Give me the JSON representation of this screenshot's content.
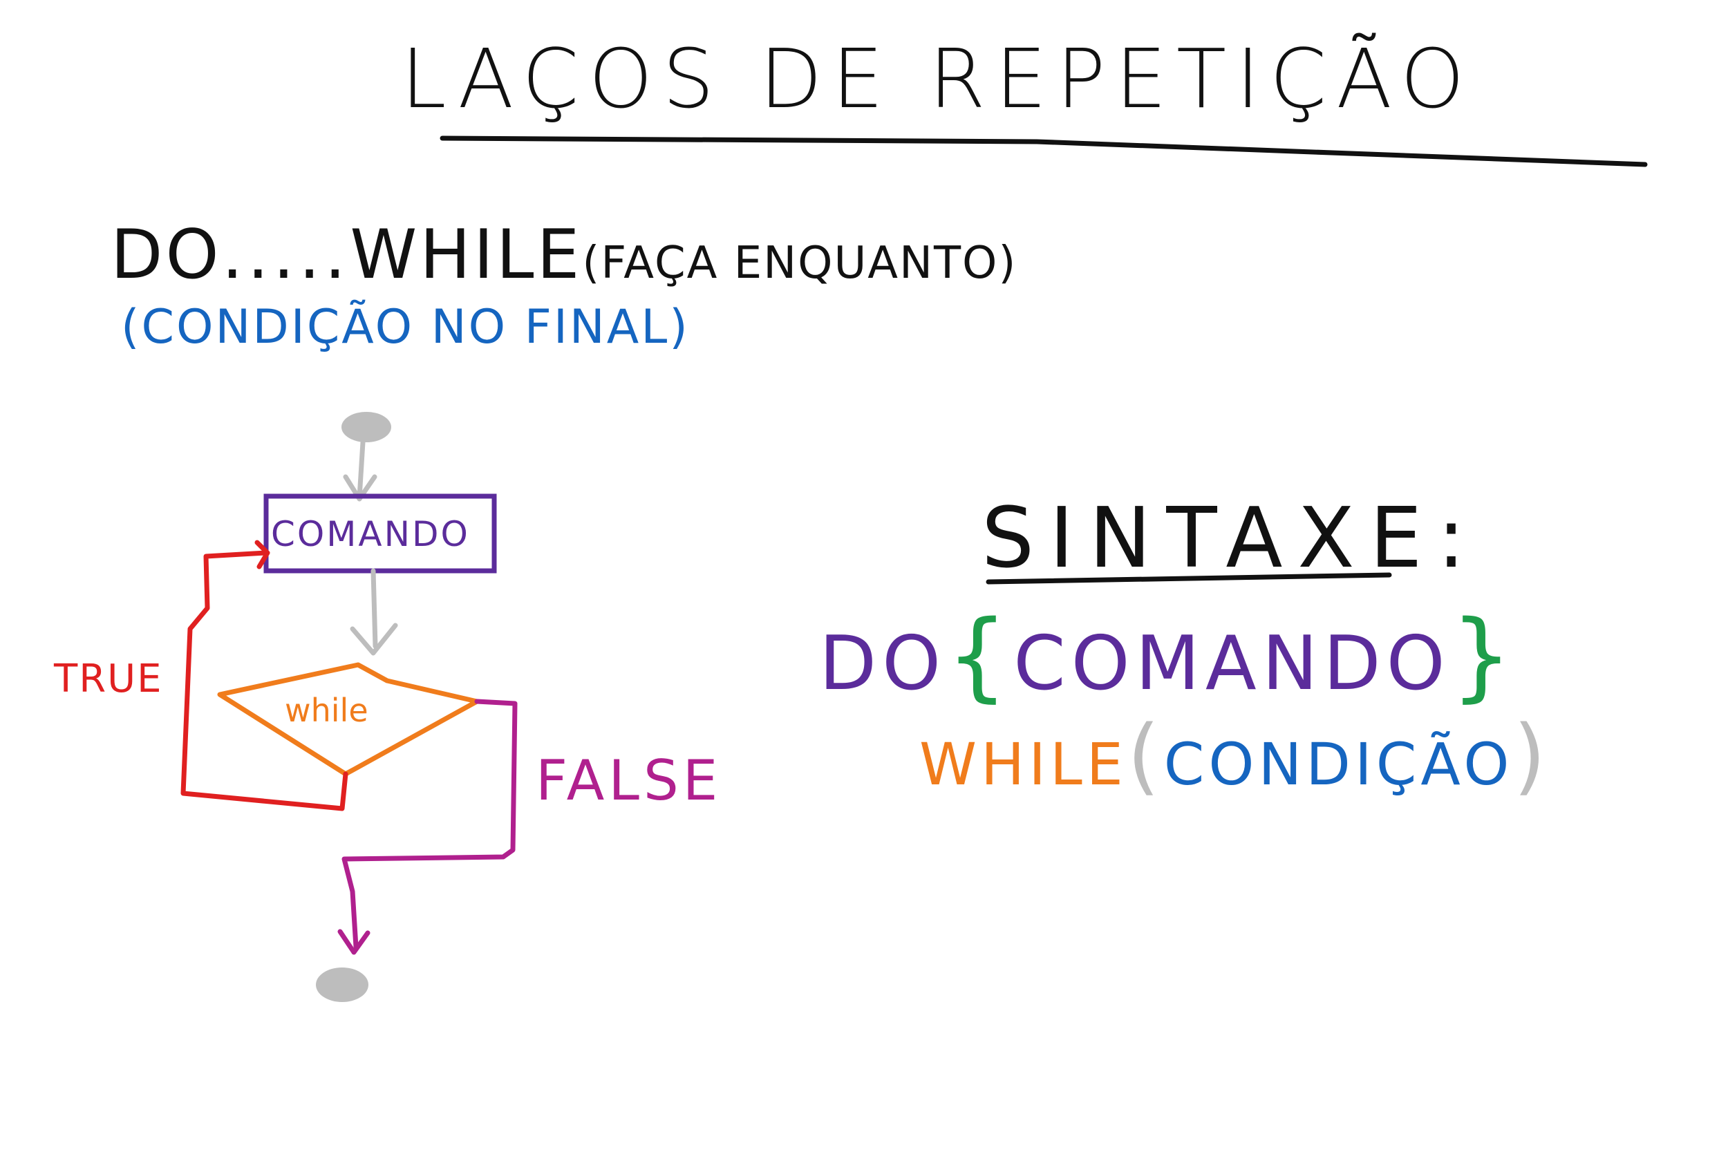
{
  "title": "LAÇOS DE REPETIÇÃO",
  "heading": {
    "keyword_do": "DO",
    "dots": ".....",
    "keyword_while": "WHILE",
    "translation": "(FAÇA ENQUANTO)"
  },
  "subheading": "(CONDIÇÃO NO FINAL)",
  "flowchart": {
    "command_label": "COMANDO",
    "decision_label": "while",
    "true_label": "TRUE",
    "false_label": "FALSE"
  },
  "syntax": {
    "title": "SINTAXE:",
    "do": "DO",
    "open_brace": "{",
    "command": "COMANDO",
    "close_brace": "}",
    "while": "WHILE",
    "open_paren": "(",
    "condition": "CONDIÇÃO",
    "close_paren": ")"
  },
  "colors": {
    "ink": "#111111",
    "blue": "#1565c0",
    "purple": "#5b2c9b",
    "green": "#1e9e4a",
    "orange": "#f07c1c",
    "gray": "#bdbdbd",
    "red": "#e02020",
    "magenta": "#b0208e"
  }
}
